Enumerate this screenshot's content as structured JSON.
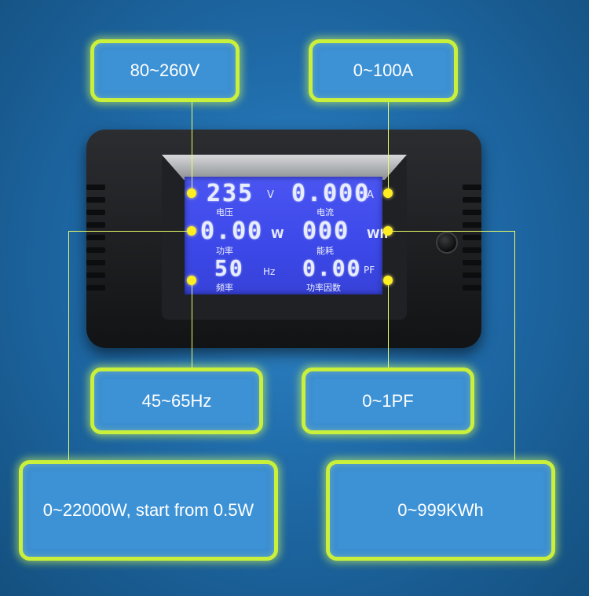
{
  "callouts": {
    "voltage": "80~260V",
    "current": "0~100A",
    "frequency": "45~65Hz",
    "power_factor": "0~1PF",
    "power": "0~22000W, start from 0.5W",
    "energy": "0~999KWh"
  },
  "lcd": {
    "voltage": {
      "value": "235",
      "unit": "V",
      "label": "电压"
    },
    "current": {
      "value": "0.000",
      "unit": "A",
      "label": "电流"
    },
    "power": {
      "value": "0.00",
      "unit": "W",
      "label": "功率"
    },
    "energy": {
      "value": "000",
      "unit": "Wh",
      "label": "能耗"
    },
    "frequency": {
      "value": "50",
      "unit": "Hz",
      "label": "频率"
    },
    "pf": {
      "value": "0.00",
      "unit": "PF",
      "label": "功率因数"
    }
  },
  "colors": {
    "callout_border": "#c9f03a",
    "callout_fill": "#3c8fd0",
    "lcd_blue": "#3c48e8",
    "leader_line": "#e9ff66",
    "dot": "#ffee22"
  }
}
